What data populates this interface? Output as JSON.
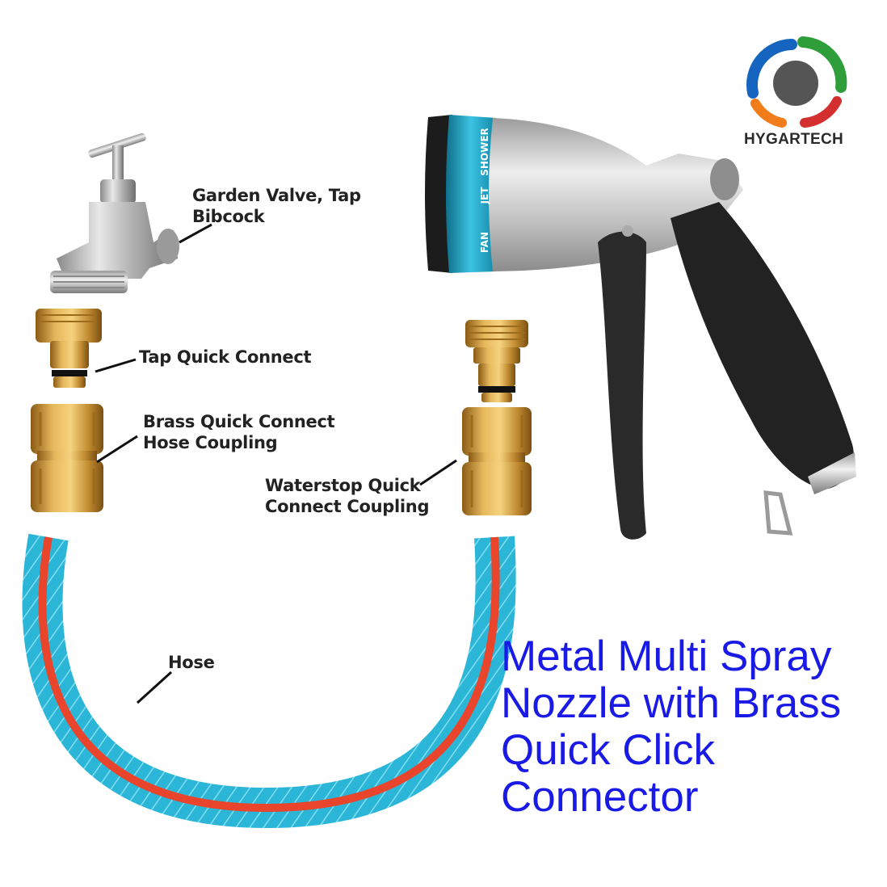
{
  "brand": {
    "name": "HYGARTECH",
    "colors": {
      "blue": "#1565c0",
      "green": "#2e9e3a",
      "red": "#d32f2f",
      "orange": "#f07d1a",
      "center": "#555555"
    }
  },
  "labels": {
    "garden_valve_line1": "Garden Valve, Tap",
    "garden_valve_line2": "Bibcock",
    "tap_quick_connect": "Tap Quick Connect",
    "brass_coupling_line1": "Brass Quick Connect",
    "brass_coupling_line2": "Hose Coupling",
    "waterstop_line1": "Waterstop Quick",
    "waterstop_line2": "Connect Coupling",
    "hose": "Hose"
  },
  "nozzle_dial": {
    "settings": [
      "SHOWER",
      "JET",
      "FAN"
    ]
  },
  "headline": {
    "line1": "Metal Multi Spray",
    "line2": "Nozzle with Brass",
    "line3": "Quick Click",
    "line4": "Connector"
  },
  "palette": {
    "headline_text": "#1a1ae6",
    "brass": "#c99a3e",
    "hose_blue": "#2bb6d8",
    "hose_red": "#e8452c",
    "nozzle_teal": "#1fa3c4",
    "grip_black": "#222222"
  }
}
